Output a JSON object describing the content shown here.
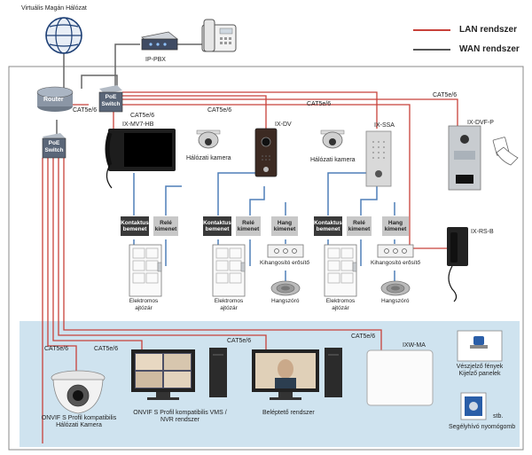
{
  "legend": {
    "lan_label": "LAN rendszer",
    "wan_label": "WAN rendszer",
    "lan_color": "#c8413a",
    "wan_color": "#555555"
  },
  "top": {
    "vpn_label": "Virtuális Magán Hálózat",
    "ippbx_label": "IP-PBX"
  },
  "network": {
    "router_label": "Router",
    "poe_switch_label": "PoE Switch",
    "poe_switch_label2": "PoE Switch"
  },
  "cables": {
    "c1": "CAT5e/6",
    "c2": "CAT5e/6",
    "c3": "CAT5e/6",
    "c4": "CAT5e/6",
    "c5": "CAT5e/6",
    "c6": "CAT5e/6",
    "c7": "CAT5e/6",
    "c8": "CAT5e/6",
    "c9": "CAT5e/6"
  },
  "devices": {
    "mvthb": "IX-MV7-HB",
    "dv": "IX-DV",
    "ssa": "IX-SSA",
    "dvfp": "IX-DVF-P",
    "rsb": "IX-RS-B",
    "mama": "IXW-MA",
    "cam1": "Hálózati kamera",
    "cam2": "Hálózati kamera"
  },
  "io": {
    "kontaktus": "Kontaktus bemenet",
    "rele": "Relé kimenet",
    "hang": "Hang kimenet",
    "kihangosito": "Kihangosító erősítő",
    "hangszoro": "Hangszóró",
    "zar": "Elektromos ajtózár"
  },
  "bottom": {
    "onvif_cam": "ONVIF S Profil kompatibilis Hálózati Kamera",
    "vms": "ONVIF S Profil kompatibilis VMS / NVR rendszer",
    "belepteto": "Beléptető rendszer",
    "veszjelzo": "Vészjelző fények Kijelző panelek",
    "stb": "stb.",
    "segely": "Segélyhívó nyomógomb"
  }
}
